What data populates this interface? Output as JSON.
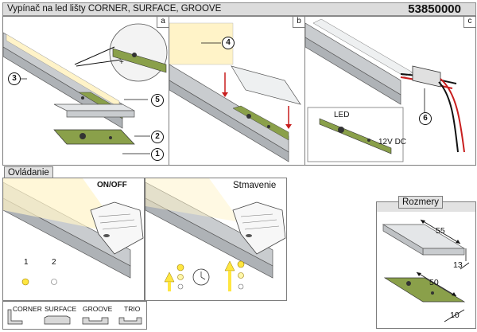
{
  "header": {
    "title": "Vypínač na led lišty CORNER, SURFACE, GROOVE",
    "code": "53850000"
  },
  "panels": {
    "a": {
      "label": "a",
      "callouts": [
        "3",
        "5",
        "2",
        "1"
      ],
      "plus_sign": "+"
    },
    "b": {
      "label": "b",
      "callouts": [
        "4"
      ]
    },
    "c": {
      "label": "c",
      "callouts": [
        "6"
      ],
      "inset": {
        "led_label": "LED",
        "voltage_label": "12V DC"
      }
    }
  },
  "control": {
    "tab_label": "Ovládanie",
    "onoff_label": "ON/OFF",
    "dim_label": "Stmavenie",
    "state_labels": [
      "1",
      "2"
    ]
  },
  "dimensions": {
    "tab_label": "Rozmery",
    "values": [
      "55",
      "13",
      "50",
      "10"
    ]
  },
  "profiles": [
    "CORNER",
    "SURFACE",
    "GROOVE",
    "TRIO"
  ],
  "colors": {
    "profile": "#c9cccf",
    "pcb": "#8aa04a",
    "wire_red": "#c81e1e",
    "glow": "#fff3c8"
  }
}
